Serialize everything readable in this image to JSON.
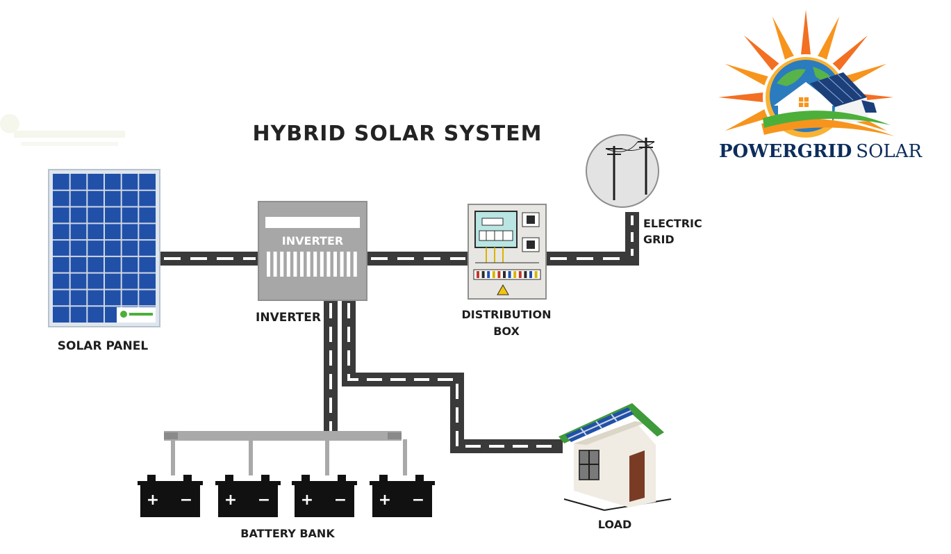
{
  "diagram": {
    "title": "HYBRID SOLAR SYSTEM",
    "labels": {
      "solar_panel": "SOLAR PANEL",
      "inverter_box": "INVERTER",
      "inverter": "INVERTER",
      "distribution_box_line1": "DISTRIBUTION",
      "distribution_box_line2": "BOX",
      "electric_grid_line1": "ELECTRIC",
      "electric_grid_line2": "GRID",
      "battery_bank": "BATTERY BANK",
      "load": "LOAD"
    },
    "battery_terminals": {
      "positive": "+",
      "negative": "−"
    },
    "colors": {
      "panel_blue": "#2150a8",
      "panel_frame": "#cfd8e3",
      "inverter_gray": "#a7a7a7",
      "cable_dark": "#3a3a3a",
      "cable_dash": "#ffffff",
      "roof_green": "#3f9a3c",
      "house_wall": "#f0ece3",
      "door_brown": "#7a3b25",
      "battery_black": "#111111"
    }
  },
  "logo": {
    "brand_bold": "POWERGRID",
    "brand_regular": "SOLAR",
    "colors": {
      "sun": "#f7941d",
      "text": "#0c2d5c",
      "globe": "#2b7bbf",
      "swoosh_green": "#4caf3a"
    }
  }
}
